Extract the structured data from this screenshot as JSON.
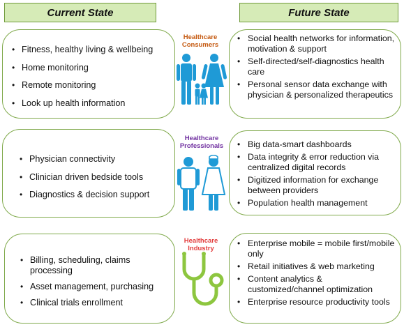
{
  "headers": {
    "current": "Current State",
    "future": "Future State"
  },
  "rows": [
    {
      "category": "Healthcare Consumers",
      "category_lines": [
        "Healthcare",
        "Consumers"
      ],
      "category_color": "#c55a11",
      "icon": "family-icon",
      "current": [
        "Fitness, healthy living & wellbeing",
        "Home monitoring",
        "Remote monitoring",
        "Look up health information"
      ],
      "future": [
        "Social health networks for information, motivation & support",
        "Self-directed/self-diagnostics health care",
        "Personal sensor data exchange with physician & personalized therapeutics"
      ]
    },
    {
      "category": "Healthcare Professionals",
      "category_lines": [
        "Healthcare",
        "Professionals"
      ],
      "category_color": "#7030a0",
      "icon": "doctors-icon",
      "current": [
        "Physician connectivity",
        "Clinician driven bedside tools",
        "Diagnostics & decision support"
      ],
      "future": [
        "Big data-smart dashboards",
        "Data integrity & error reduction via centralized digital records",
        "Digitized information for exchange between providers",
        "Population health management"
      ]
    },
    {
      "category": "Healthcare Industry",
      "category_lines": [
        "Healthcare",
        "Industry"
      ],
      "category_color": "#e23b3b",
      "icon": "stethoscope-icon",
      "current": [
        "Billing, scheduling, claims processing",
        "Asset management, purchasing",
        "Clinical trials enrollment"
      ],
      "future": [
        "Enterprise mobile = mobile first/mobile only",
        "Retail initiatives & web marketing",
        "Content analytics & customized/channel optimization",
        "Enterprise resource productivity tools"
      ]
    }
  ],
  "colors": {
    "header_fill": "#d6ebb7",
    "panel_border": "#7fa94a",
    "icon_blue": "#1f9ad6",
    "stethoscope_green": "#8dc63f"
  }
}
